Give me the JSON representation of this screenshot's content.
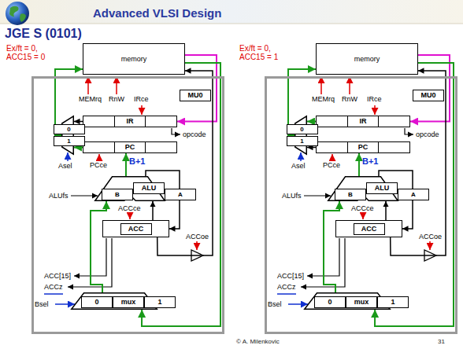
{
  "diagram": {
    "title": "JGE S (0101)",
    "nodes": [
      {
        "text": [
          "memory"
        ]
      },
      {
        "text": [
          "MU0"
        ]
      },
      {
        "text": [
          "IR"
        ],
        "in": 1
      },
      {
        "text": [
          "PC"
        ],
        "in": 1
      },
      {
        "text": [
          "0",
          "1"
        ],
        "in": 1
      },
      {
        "text": [
          "B",
          "ALU",
          "A"
        ],
        "in": 1
      },
      {
        "text": [
          "ACC"
        ],
        "in": 1
      },
      {
        "text": [
          "0",
          "mux",
          "1"
        ],
        "in": 1
      },
      {
        "text": [
          "memory"
        ]
      },
      {
        "text": [
          "MU0"
        ]
      },
      {
        "text": [
          "IR"
        ],
        "in": 9
      },
      {
        "text": [
          "PC"
        ],
        "in": 9
      },
      {
        "text": [
          "0",
          "1"
        ],
        "in": 9
      },
      {
        "text": [
          "B",
          "ALU",
          "A"
        ],
        "in": 9
      },
      {
        "text": [
          "ACC"
        ],
        "in": 9
      },
      {
        "text": [
          "0",
          "mux",
          "1"
        ],
        "in": 9
      }
    ],
    "edges": [
      {
        "from": 0,
        "to": 2,
        "arrow": "to"
      },
      {
        "from": 0,
        "to": 7,
        "arrow": "to"
      },
      {
        "from": 2,
        "to": 4,
        "arrow": "to"
      },
      {
        "from": 3,
        "to": 4,
        "arrow": "to"
      },
      {
        "from": 4,
        "to": 0,
        "arrow": "to"
      },
      {
        "from": 5,
        "to": 3,
        "arrow": "to"
      },
      {
        "from": 5,
        "to": 6,
        "arrow": "to"
      },
      {
        "from": 6,
        "to": 5,
        "arrow": "to"
      },
      {
        "from": 7,
        "to": 5,
        "arrow": "to"
      },
      {
        "from": 6,
        "to": 0,
        "arrow": "to"
      },
      {
        "from": 8,
        "to": 10,
        "arrow": "to"
      },
      {
        "from": 8,
        "to": 15,
        "arrow": "to"
      },
      {
        "from": 10,
        "to": 12,
        "arrow": "to"
      },
      {
        "from": 11,
        "to": 12,
        "arrow": "to"
      },
      {
        "from": 12,
        "to": 8,
        "arrow": "to"
      },
      {
        "from": 13,
        "to": 11,
        "arrow": "to"
      },
      {
        "from": 13,
        "to": 14,
        "arrow": "to"
      },
      {
        "from": 14,
        "to": 13,
        "arrow": "to"
      },
      {
        "from": 15,
        "to": 13,
        "arrow": "to"
      },
      {
        "from": 14,
        "to": 8,
        "arrow": "to"
      }
    ],
    "labels": [
      "Advanced VLSI Design",
      "Ex/ft = 0, ACC15 = 0",
      "MEMrq",
      "RnW",
      "IRce",
      "opcode",
      "PCce",
      "B+1",
      "Asel",
      "ALUfs",
      "ACCce",
      "ACCoe",
      "ACC[15]",
      "ACCz",
      "Bsel",
      "Ex/ft = 0, ACC15 = 1",
      "MEMrq",
      "RnW",
      "IRce",
      "opcode",
      "PCce",
      "B+1",
      "Asel",
      "ALUfs",
      "ACCce",
      "ACCoe",
      "ACC[15]",
      "ACCz",
      "Bsel",
      "© A. Milenkovic",
      "31"
    ]
  }
}
